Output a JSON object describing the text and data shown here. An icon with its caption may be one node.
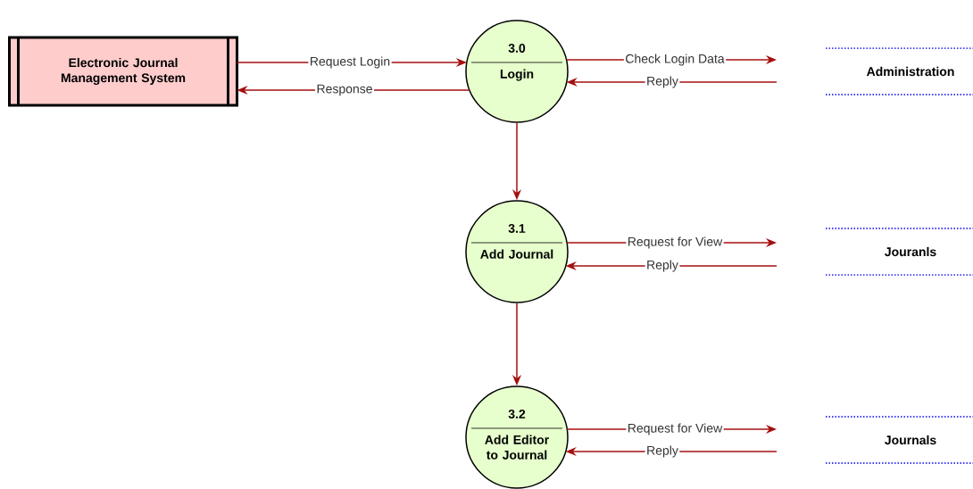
{
  "diagram": {
    "nodes": [
      {
        "text": [
          "Electronic Journal Management System"
        ]
      },
      {
        "text": [
          "3.0",
          "Login"
        ]
      },
      {
        "text": [
          "3.1",
          "Add Journal"
        ]
      },
      {
        "text": [
          "3.2",
          "Add Editor to Journal"
        ]
      },
      {
        "text": [
          "Administration"
        ]
      },
      {
        "text": [
          "Jouranls"
        ]
      },
      {
        "text": [
          "Journals"
        ]
      }
    ],
    "edges": [
      {
        "from": 0,
        "to": 1,
        "arrow": "to",
        "label": "Request Login"
      },
      {
        "from": 1,
        "to": 0,
        "arrow": "to",
        "label": "Response"
      },
      {
        "from": 1,
        "to": 4,
        "arrow": "to",
        "label": "Check Login Data"
      },
      {
        "from": 4,
        "to": 1,
        "arrow": "to",
        "label": "Reply"
      },
      {
        "from": 1,
        "to": 2,
        "arrow": "to"
      },
      {
        "from": 2,
        "to": 5,
        "arrow": "to",
        "label": "Request for View"
      },
      {
        "from": 5,
        "to": 2,
        "arrow": "to",
        "label": "Reply"
      },
      {
        "from": 2,
        "to": 3,
        "arrow": "to"
      },
      {
        "from": 3,
        "to": 6,
        "arrow": "to",
        "label": "Request for View"
      },
      {
        "from": 6,
        "to": 3,
        "arrow": "to",
        "label": "Reply"
      }
    ]
  }
}
